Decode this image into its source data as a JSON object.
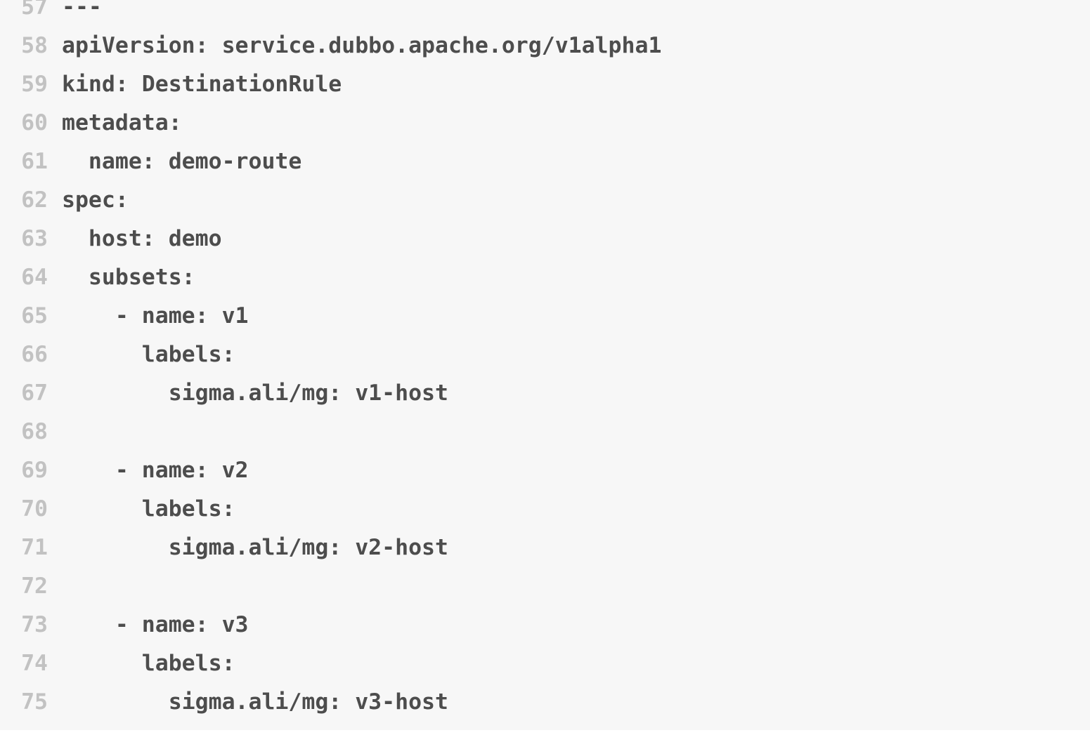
{
  "editor": {
    "language": "yaml",
    "background_color": "#f7f7f7",
    "line_number_color": "#c2c2c2",
    "code_color": "#4d4d4d",
    "first_line_number": 57,
    "last_line_number": 75,
    "lines": [
      {
        "number": "57",
        "code": "---"
      },
      {
        "number": "58",
        "code": "apiVersion: service.dubbo.apache.org/v1alpha1"
      },
      {
        "number": "59",
        "code": "kind: DestinationRule"
      },
      {
        "number": "60",
        "code": "metadata:"
      },
      {
        "number": "61",
        "code": "  name: demo-route"
      },
      {
        "number": "62",
        "code": "spec:"
      },
      {
        "number": "63",
        "code": "  host: demo"
      },
      {
        "number": "64",
        "code": "  subsets:"
      },
      {
        "number": "65",
        "code": "    - name: v1"
      },
      {
        "number": "66",
        "code": "      labels:"
      },
      {
        "number": "67",
        "code": "        sigma.ali/mg: v1-host"
      },
      {
        "number": "68",
        "code": ""
      },
      {
        "number": "69",
        "code": "    - name: v2"
      },
      {
        "number": "70",
        "code": "      labels:"
      },
      {
        "number": "71",
        "code": "        sigma.ali/mg: v2-host"
      },
      {
        "number": "72",
        "code": ""
      },
      {
        "number": "73",
        "code": "    - name: v3"
      },
      {
        "number": "74",
        "code": "      labels:"
      },
      {
        "number": "75",
        "code": "        sigma.ali/mg: v3-host"
      }
    ]
  }
}
